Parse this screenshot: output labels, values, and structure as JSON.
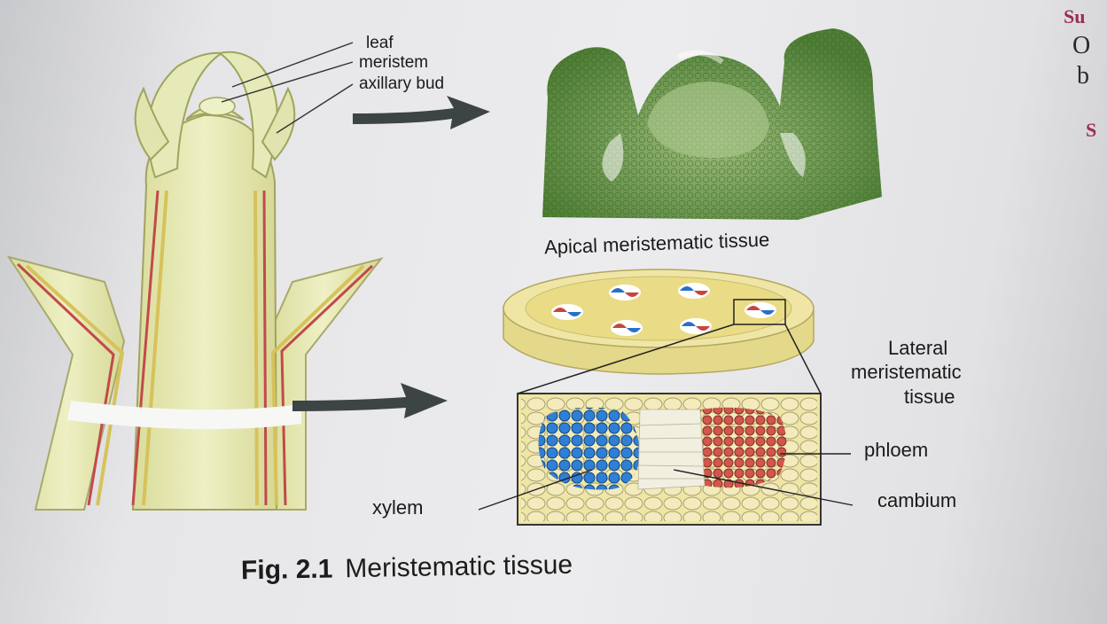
{
  "figure": {
    "caption_number": "Fig. 2.1",
    "caption_text": "Meristematic tissue"
  },
  "labels": {
    "leaf": "leaf",
    "meristem": "meristem",
    "axillary_bud": "axillary bud",
    "apical": "Apical meristematic tissue",
    "lateral": [
      "Lateral",
      "meristematic",
      "tissue"
    ],
    "phloem": "phloem",
    "xylem": "xylem",
    "cambium": "cambium"
  },
  "edge_text": {
    "line1": "Su",
    "line2": "O",
    "line3": "b",
    "line4": "S"
  },
  "colors": {
    "stem_fill": "#e6e8b2",
    "apical_green": "#6f9a4a",
    "xylem_blue": "#2a6fc9",
    "phloem_red": "#c8443e",
    "disc_yellow": "#ecdf8c",
    "arrow": "#3c4446"
  }
}
